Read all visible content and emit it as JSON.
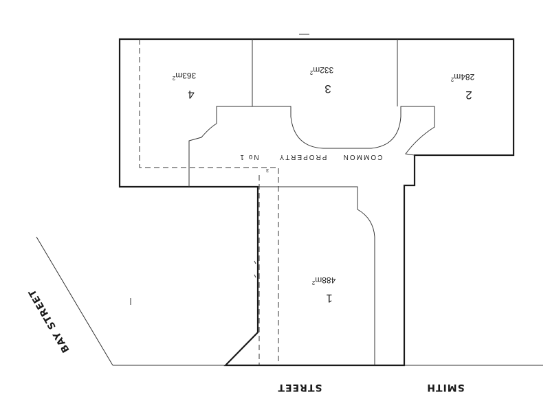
{
  "lots": [
    {
      "number": "1",
      "area": "488m",
      "area_sup": "2"
    },
    {
      "number": "2",
      "area": "284m",
      "area_sup": "2"
    },
    {
      "number": "3",
      "area": "332m",
      "area_sup": "2"
    },
    {
      "number": "4",
      "area": "363m",
      "area_sup": "2"
    }
  ],
  "common_property": {
    "word1": "COMMON",
    "word2": "PROPERTY",
    "word3": "No 1",
    "small_mark": "3"
  },
  "streets": {
    "street_label": "STREET",
    "smith_label": "SMITH",
    "bay_street_label": "BAY STREET"
  }
}
